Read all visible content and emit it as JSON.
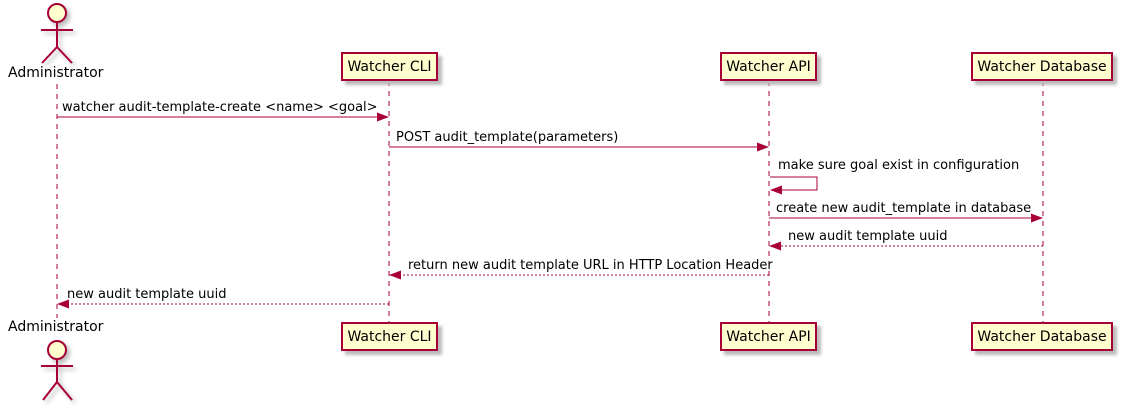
{
  "diagram": {
    "type": "sequence",
    "actor": {
      "name": "Administrator"
    },
    "participants": [
      {
        "name": "Watcher CLI"
      },
      {
        "name": "Watcher API"
      },
      {
        "name": "Watcher Database"
      }
    ],
    "messages": [
      {
        "from": "Administrator",
        "to": "Watcher CLI",
        "label": "watcher audit-template-create <name> <goal>",
        "line": "solid",
        "direction": "right"
      },
      {
        "from": "Watcher CLI",
        "to": "Watcher API",
        "label": "POST audit_template(parameters)",
        "line": "solid",
        "direction": "right"
      },
      {
        "from": "Watcher API",
        "to": "Watcher API",
        "label": "make sure goal exist in configuration",
        "line": "solid",
        "direction": "self"
      },
      {
        "from": "Watcher API",
        "to": "Watcher Database",
        "label": "create new audit_template in database",
        "line": "solid",
        "direction": "right"
      },
      {
        "from": "Watcher Database",
        "to": "Watcher API",
        "label": "new audit template uuid",
        "line": "dashed",
        "direction": "left"
      },
      {
        "from": "Watcher API",
        "to": "Watcher CLI",
        "label": "return new audit template URL in HTTP Location Header",
        "line": "dashed",
        "direction": "left"
      },
      {
        "from": "Watcher CLI",
        "to": "Administrator",
        "label": "new audit template uuid",
        "line": "dashed",
        "direction": "left"
      }
    ],
    "colors": {
      "line": "#A80036",
      "participant_fill": "#FEFECE",
      "text": "#000000",
      "background": "#FFFFFF",
      "shadow": "#BBBBBB"
    }
  }
}
